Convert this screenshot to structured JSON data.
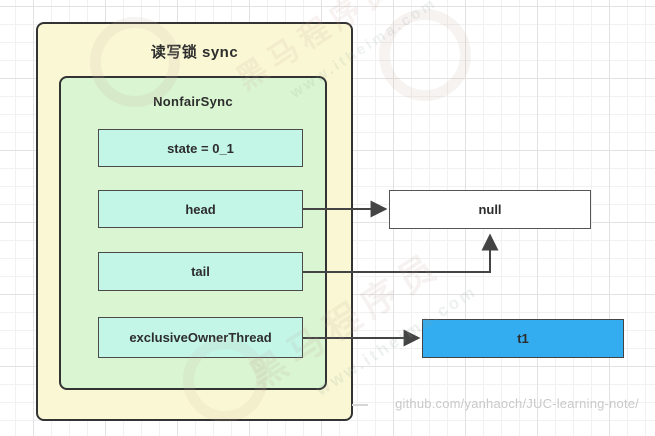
{
  "diagram": {
    "outer_title": "读写锁 sync",
    "inner_title": "NonfairSync",
    "fields": [
      {
        "id": "state",
        "label": "state = 0_1"
      },
      {
        "id": "head",
        "label": "head"
      },
      {
        "id": "tail",
        "label": "tail"
      },
      {
        "id": "exclusiveOwnerThread",
        "label": "exclusiveOwnerThread"
      }
    ],
    "null_label": "null",
    "t1_label": "t1",
    "arrows": [
      {
        "from": "head",
        "to": "null",
        "shape": "straight-right"
      },
      {
        "from": "tail",
        "to": "null",
        "shape": "right-then-up"
      },
      {
        "from": "exclusiveOwnerThread",
        "to": "t1",
        "shape": "straight-right"
      }
    ],
    "colors": {
      "outer_fill": "#FAF8D4",
      "inner_fill": "#D9F5D1",
      "field_fill": "#C3F6E7",
      "null_fill": "#FFFFFF",
      "t1_fill": "#33ACF0",
      "box_border": "#333333",
      "arrow": "#444444",
      "grid_minor": "#F1F1F1",
      "grid_major": "#E2E2E2"
    }
  },
  "footer": {
    "credit": "github.com/yanhaoch/JUC-learning-note/"
  },
  "watermarks": {
    "brand": "黑马程序员",
    "site": "www.itheima.com"
  }
}
